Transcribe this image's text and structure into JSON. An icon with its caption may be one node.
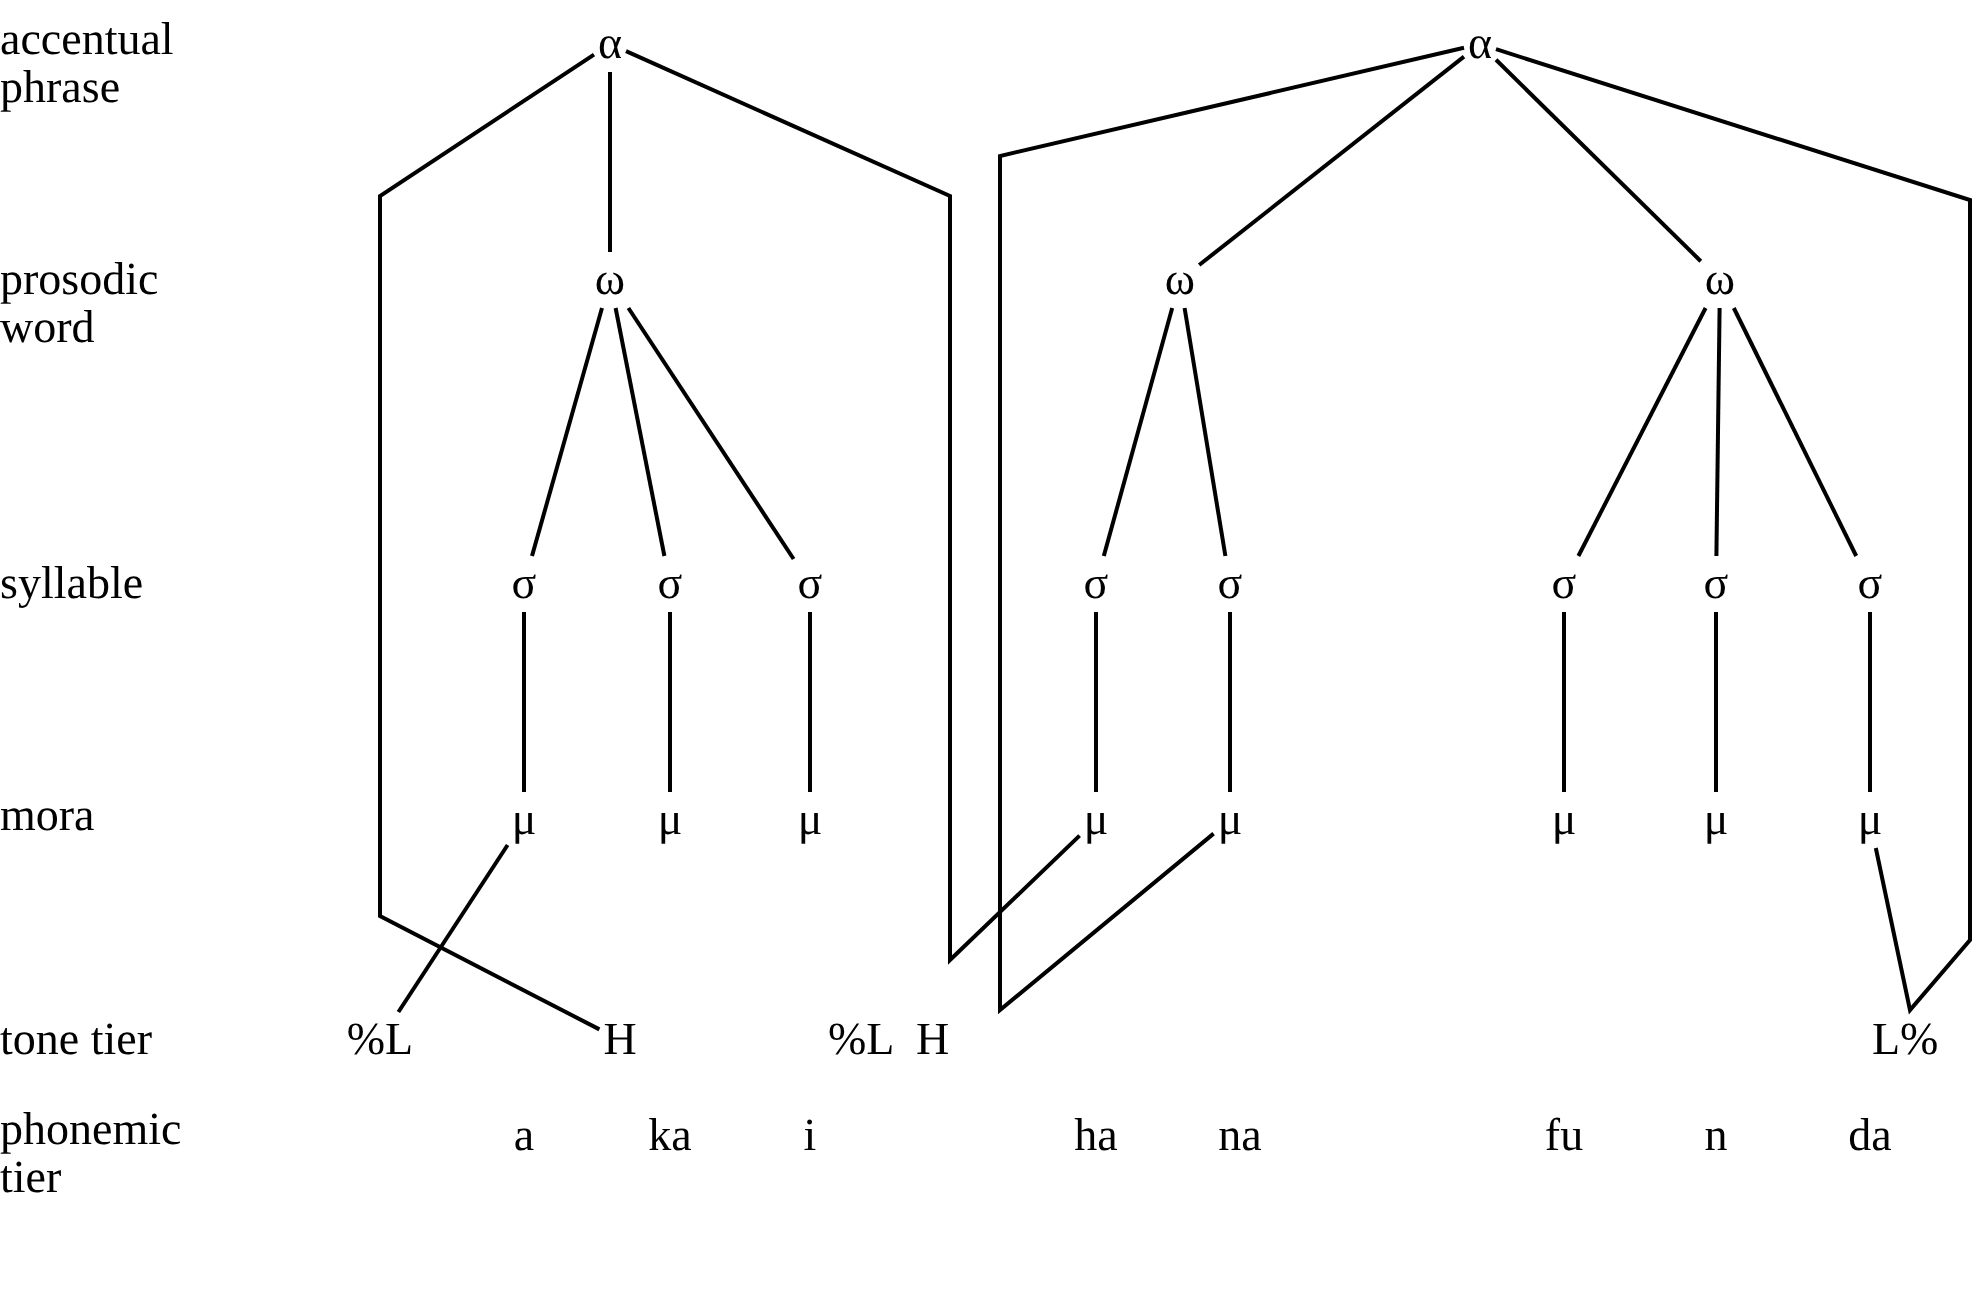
{
  "diagram": {
    "nodes": [
      {
        "text": [
          "α"
        ]
      },
      {
        "text": [
          "α"
        ]
      },
      {
        "text": [
          "ω"
        ]
      },
      {
        "text": [
          "ω"
        ]
      },
      {
        "text": [
          "ω"
        ]
      },
      {
        "text": [
          "σ"
        ]
      },
      {
        "text": [
          "σ"
        ]
      },
      {
        "text": [
          "σ"
        ]
      },
      {
        "text": [
          "σ"
        ]
      },
      {
        "text": [
          "σ"
        ]
      },
      {
        "text": [
          "σ"
        ]
      },
      {
        "text": [
          "σ"
        ]
      },
      {
        "text": [
          "σ"
        ]
      },
      {
        "text": [
          "μ"
        ]
      },
      {
        "text": [
          "μ"
        ]
      },
      {
        "text": [
          "μ"
        ]
      },
      {
        "text": [
          "μ"
        ]
      },
      {
        "text": [
          "μ"
        ]
      },
      {
        "text": [
          "μ"
        ]
      },
      {
        "text": [
          "μ"
        ]
      },
      {
        "text": [
          "μ"
        ]
      },
      {
        "text": [
          "%L"
        ]
      },
      {
        "text": [
          "H"
        ]
      }
    ],
    "edges": [
      {
        "from": 0,
        "to": 2,
        "arrow": "none"
      },
      {
        "from": 1,
        "to": 3,
        "arrow": "none"
      },
      {
        "from": 1,
        "to": 4,
        "arrow": "none"
      },
      {
        "from": 2,
        "to": 5,
        "arrow": "none"
      },
      {
        "from": 2,
        "to": 6,
        "arrow": "none"
      },
      {
        "from": 2,
        "to": 7,
        "arrow": "none"
      },
      {
        "from": 3,
        "to": 8,
        "arrow": "none"
      },
      {
        "from": 3,
        "to": 9,
        "arrow": "none"
      },
      {
        "from": 4,
        "to": 10,
        "arrow": "none"
      },
      {
        "from": 4,
        "to": 11,
        "arrow": "none"
      },
      {
        "from": 4,
        "to": 12,
        "arrow": "none"
      },
      {
        "from": 5,
        "to": 13,
        "arrow": "none"
      },
      {
        "from": 6,
        "to": 14,
        "arrow": "none"
      },
      {
        "from": 7,
        "to": 15,
        "arrow": "none"
      },
      {
        "from": 8,
        "to": 16,
        "arrow": "none"
      },
      {
        "from": 9,
        "to": 17,
        "arrow": "none"
      },
      {
        "from": 10,
        "to": 18,
        "arrow": "none"
      },
      {
        "from": 11,
        "to": 19,
        "arrow": "none"
      },
      {
        "from": 12,
        "to": 20,
        "arrow": "none"
      },
      {
        "from": 13,
        "to": 21,
        "arrow": "none"
      },
      {
        "from": 0,
        "to": 22,
        "arrow": "none"
      },
      {
        "from": 0,
        "to": 16,
        "arrow": "none"
      },
      {
        "from": 1,
        "to": 17,
        "arrow": "none"
      },
      {
        "from": 1,
        "to": 20,
        "arrow": "none"
      }
    ],
    "labels": [
      "accentual phrase",
      "prosodic word",
      "syllable",
      "mora",
      "tone tier",
      "%L",
      "H",
      "L%",
      "phonemic tier",
      "a",
      "ka",
      "i",
      "ha",
      "na",
      "fu",
      "n",
      "da"
    ]
  }
}
